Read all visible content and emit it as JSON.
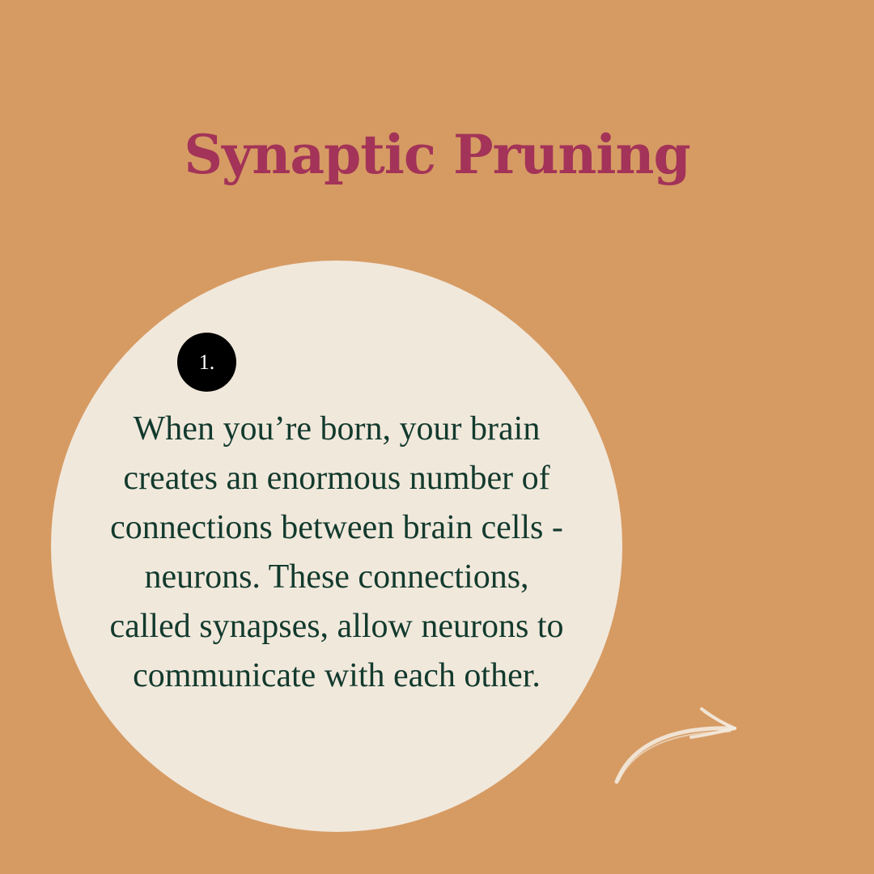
{
  "title": "Synaptic Pruning",
  "step_number": "1.",
  "body_lines": [
    "When you’re born, your brain",
    "creates an enormous number of",
    "connections between brain cells -",
    "neurons. These connections,",
    "called synapses, allow neurons to",
    "communicate with each other."
  ],
  "next_icon": "curved-arrow-right-icon",
  "colors": {
    "background": "#d69b63",
    "title": "#a33358",
    "circle": "#f1e8dc",
    "body_text": "#123a2d",
    "badge": "#000000",
    "arrow": "#f4ebdf"
  }
}
